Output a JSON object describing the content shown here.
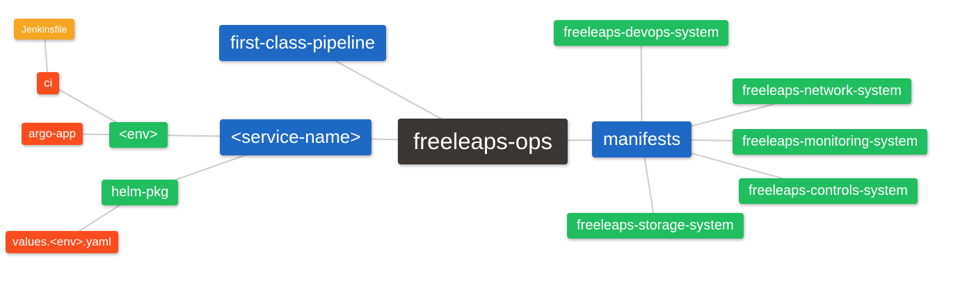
{
  "colors": {
    "background": "#FFFFFF",
    "text": "#FFFFFF",
    "edge": "#CCCCCC",
    "node_orange": "#F6A623",
    "node_red": "#FA4D1E",
    "node_green": "#21BE5F",
    "node_blue": "#1E69C5",
    "node_dark": "#3A3633"
  },
  "nodes": {
    "jenkinsfile": {
      "label": "Jenkinsfile",
      "color": "orange"
    },
    "ci": {
      "label": "ci",
      "color": "red"
    },
    "argo_app": {
      "label": "argo-app",
      "color": "red"
    },
    "env": {
      "label": "<env>",
      "color": "green"
    },
    "helm_pkg": {
      "label": "helm-pkg",
      "color": "green"
    },
    "values_yaml": {
      "label": "values.<env>.yaml",
      "color": "red"
    },
    "first_class_pipeline": {
      "label": "first-class-pipeline",
      "color": "blue"
    },
    "service_name": {
      "label": "<service-name>",
      "color": "blue"
    },
    "freeleaps_ops": {
      "label": "freeleaps-ops",
      "color": "dark"
    },
    "manifests": {
      "label": "manifests",
      "color": "blue"
    },
    "devops_system": {
      "label": "freeleaps-devops-system",
      "color": "green"
    },
    "network_system": {
      "label": "freeleaps-network-system",
      "color": "green"
    },
    "monitoring_system": {
      "label": "freeleaps-monitoring-system",
      "color": "green"
    },
    "controls_system": {
      "label": "freeleaps-controls-system",
      "color": "green"
    },
    "storage_system": {
      "label": "freeleaps-storage-system",
      "color": "green"
    }
  },
  "edges": [
    {
      "from": "jenkinsfile",
      "to": "ci"
    },
    {
      "from": "ci",
      "to": "env"
    },
    {
      "from": "argo_app",
      "to": "env"
    },
    {
      "from": "env",
      "to": "service_name"
    },
    {
      "from": "helm_pkg",
      "to": "service_name"
    },
    {
      "from": "values_yaml",
      "to": "helm_pkg"
    },
    {
      "from": "first_class_pipeline",
      "to": "freeleaps_ops"
    },
    {
      "from": "service_name",
      "to": "freeleaps_ops"
    },
    {
      "from": "freeleaps_ops",
      "to": "manifests"
    },
    {
      "from": "manifests",
      "to": "devops_system"
    },
    {
      "from": "manifests",
      "to": "network_system"
    },
    {
      "from": "manifests",
      "to": "monitoring_system"
    },
    {
      "from": "manifests",
      "to": "controls_system"
    },
    {
      "from": "manifests",
      "to": "storage_system"
    }
  ]
}
